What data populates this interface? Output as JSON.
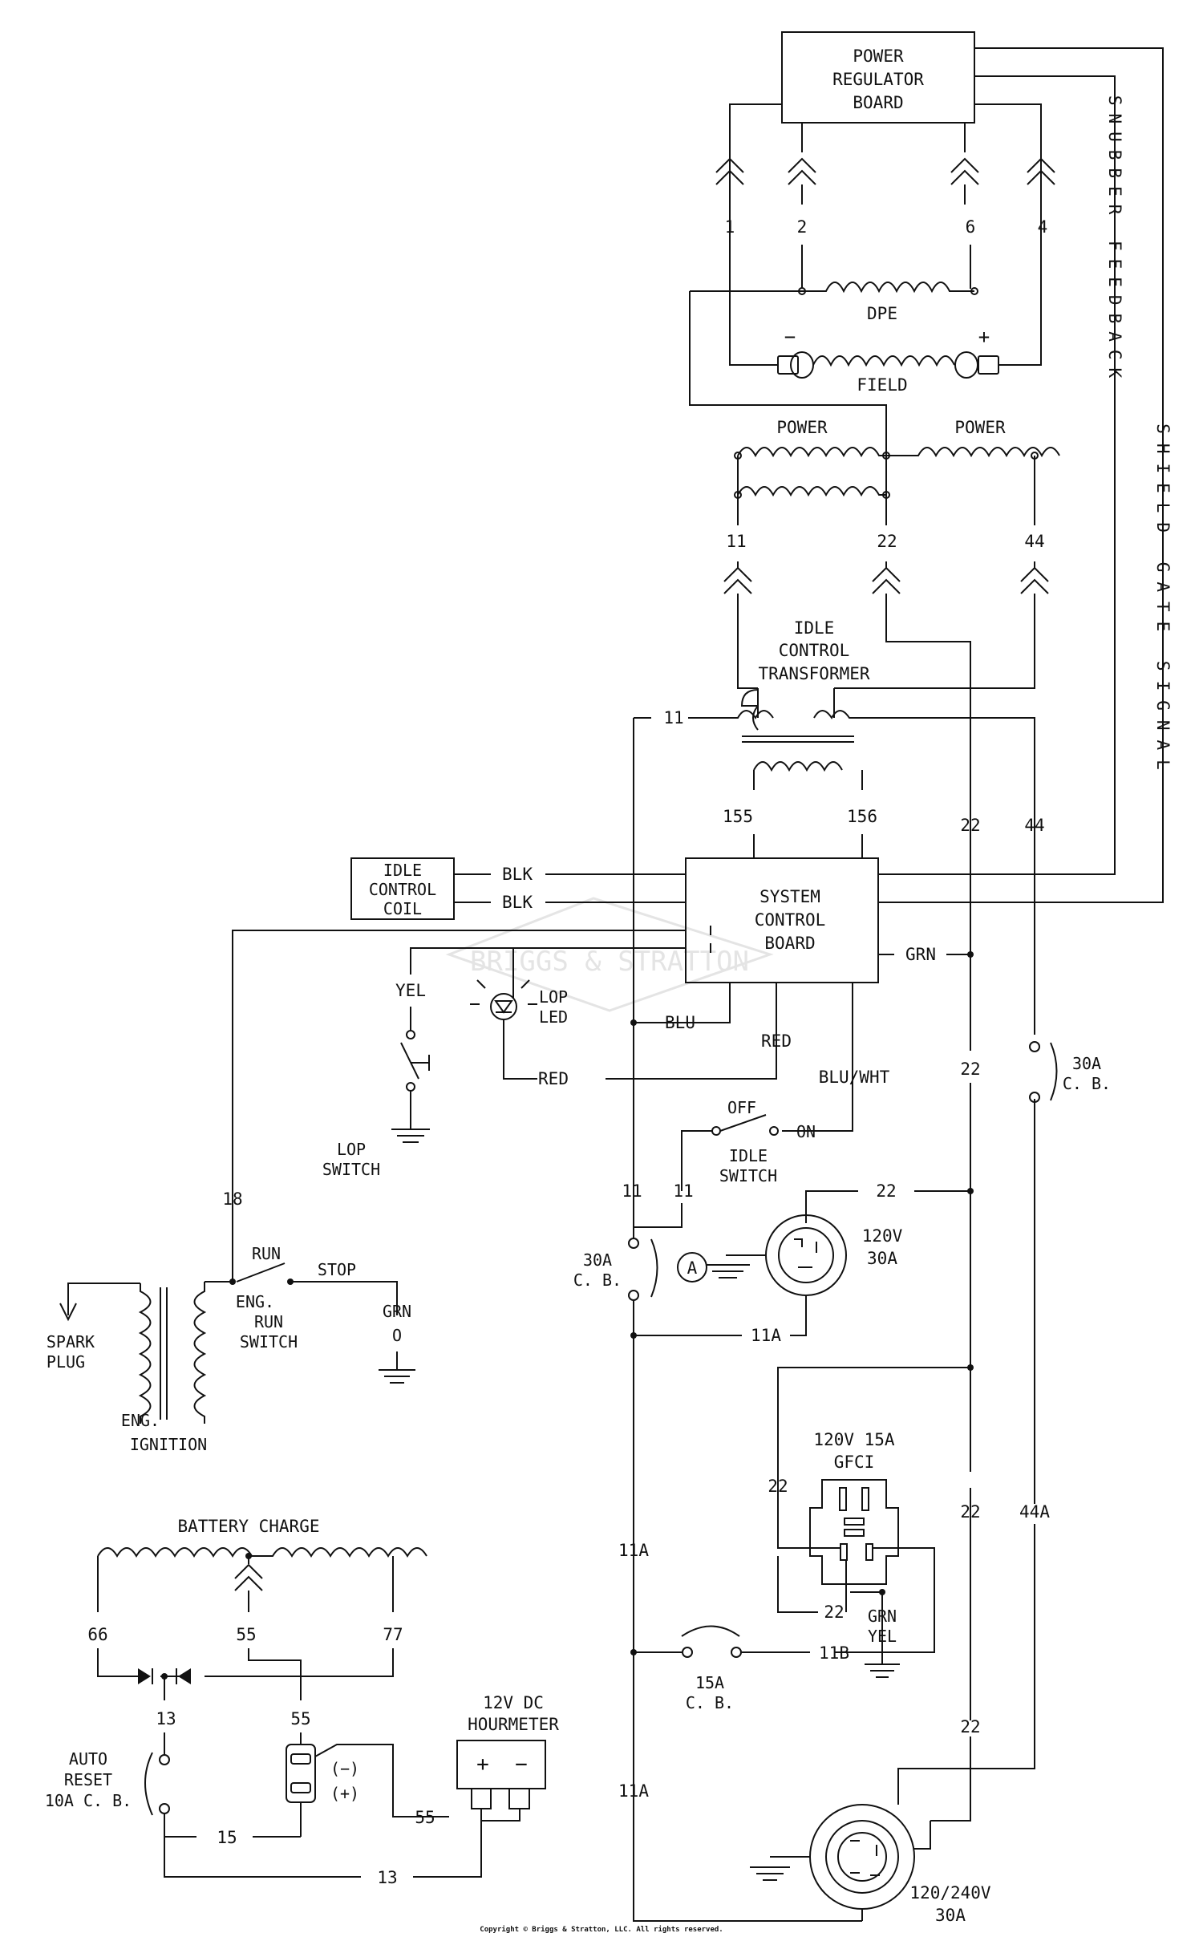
{
  "components": {
    "power_regulator_board": [
      "POWER",
      "REGULATOR",
      "BOARD"
    ],
    "system_control_board": [
      "SYSTEM",
      "CONTROL",
      "BOARD"
    ],
    "idle_control_coil": [
      "IDLE",
      "CONTROL",
      "COIL"
    ],
    "idle_control_transformer": [
      "IDLE",
      "CONTROL",
      "TRANSFORMER"
    ],
    "hourmeter": [
      "12V DC",
      "HOURMETER"
    ],
    "hourmeter_plus": "+",
    "hourmeter_minus": "−"
  },
  "windings": {
    "dpe": "DPE",
    "field": "FIELD",
    "field_minus": "−",
    "field_plus": "+",
    "power_left": "POWER",
    "power_right": "POWER",
    "battery_charge": "BATTERY CHARGE",
    "eng_ignition": [
      "ENG.",
      "IGNITION"
    ]
  },
  "vertical_signals": {
    "snubber_feedback": "SNUBBER FEEDBACK",
    "shield_gate_signal": "SHIELD GATE SIGNAL"
  },
  "wire_labels": {
    "w1": "1",
    "w2": "2",
    "w6": "6",
    "w4": "4",
    "w11_top": "11",
    "w22_top": "22",
    "w44_top": "44",
    "w11_transformer": "11",
    "w155": "155",
    "w156": "156",
    "w22_upper": "22",
    "w44_upper": "44",
    "blk1": "BLK",
    "blk2": "BLK",
    "yel": "YEL",
    "blu": "BLU",
    "red_board": "RED",
    "red_led": "RED",
    "grn_board": "GRN",
    "blu_wht": "BLU/WHT",
    "w22_mid": "22",
    "w18": "18",
    "w11_left": "11",
    "w11_switch": "11",
    "w22_120v": "22",
    "w11a_120v": "11A",
    "w22_gfci_left": "22",
    "w22_gfci_bottom": "22",
    "w22_right_mid": "22",
    "w44a": "44A",
    "w11a_mid": "11A",
    "w11b": "11B",
    "w22_lower": "22",
    "w11a_lower": "11A",
    "w66": "66",
    "w55_top": "55",
    "w77": "77",
    "w13": "13",
    "w55_mid": "55",
    "w15": "15",
    "w55_hm": "55",
    "w13_bottom": "13"
  },
  "switches": {
    "lop_switch": [
      "LOP",
      "SWITCH"
    ],
    "lop_led": [
      "LOP",
      "LED"
    ],
    "idle_switch": [
      "IDLE",
      "SWITCH"
    ],
    "idle_off": "OFF",
    "idle_on": "ON",
    "run": "RUN",
    "stop": "STOP",
    "eng_run_switch": [
      "ENG.",
      "RUN",
      "SWITCH"
    ],
    "grn_o": [
      "GRN",
      "O"
    ],
    "spark_plug": [
      "SPARK",
      "PLUG"
    ]
  },
  "breakers": {
    "cb_30a_right": [
      "30A",
      "C. B."
    ],
    "cb_30a_left": [
      "30A",
      "C. B."
    ],
    "cb_15a": [
      "15A",
      "C. B."
    ],
    "auto_reset": [
      "AUTO",
      "RESET",
      "10A C. B."
    ]
  },
  "ammeter_symbol": "A",
  "receptacles": {
    "r120v_30a": [
      "120V",
      "30A"
    ],
    "gfci": [
      "120V 15A",
      "GFCI"
    ],
    "gfci_ground": [
      "GRN",
      "YEL"
    ],
    "r120_240v": [
      "120/240V",
      "30A"
    ]
  },
  "plug_marks": {
    "minus": "(−)",
    "plus": "(+)"
  },
  "watermark": "BRIGGS & STRATTON",
  "copyright": "Copyright © Briggs & Stratton, LLC. All rights reserved."
}
